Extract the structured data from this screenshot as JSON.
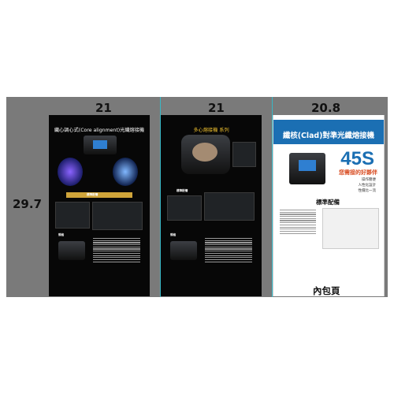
{
  "dimensions": {
    "width_1": "21",
    "width_2": "21",
    "width_3": "20.8",
    "height": "29.7"
  },
  "panel1": {
    "title": "纖心調心式(Core alignment)光纖熔接機",
    "section_table": "標準配備",
    "section_spec": "規格"
  },
  "panel2": {
    "title": "多心熔接機 系列",
    "section_table": "標準配備",
    "section_spec": "規格"
  },
  "panel3": {
    "title": "纖核(Clad)對準光纖熔接機",
    "model": "45S",
    "slogan": "您需接的好夥伴",
    "features": [
      "操作簡便",
      "人性化設計",
      "性價比一流"
    ],
    "section_kit": "標準配備"
  },
  "footer": "內包頁",
  "colors": {
    "board": "#7a7a7a",
    "guide": "#38b8c6",
    "accent_blue": "#1b6fb3",
    "accent_gold": "#cfa43a"
  }
}
